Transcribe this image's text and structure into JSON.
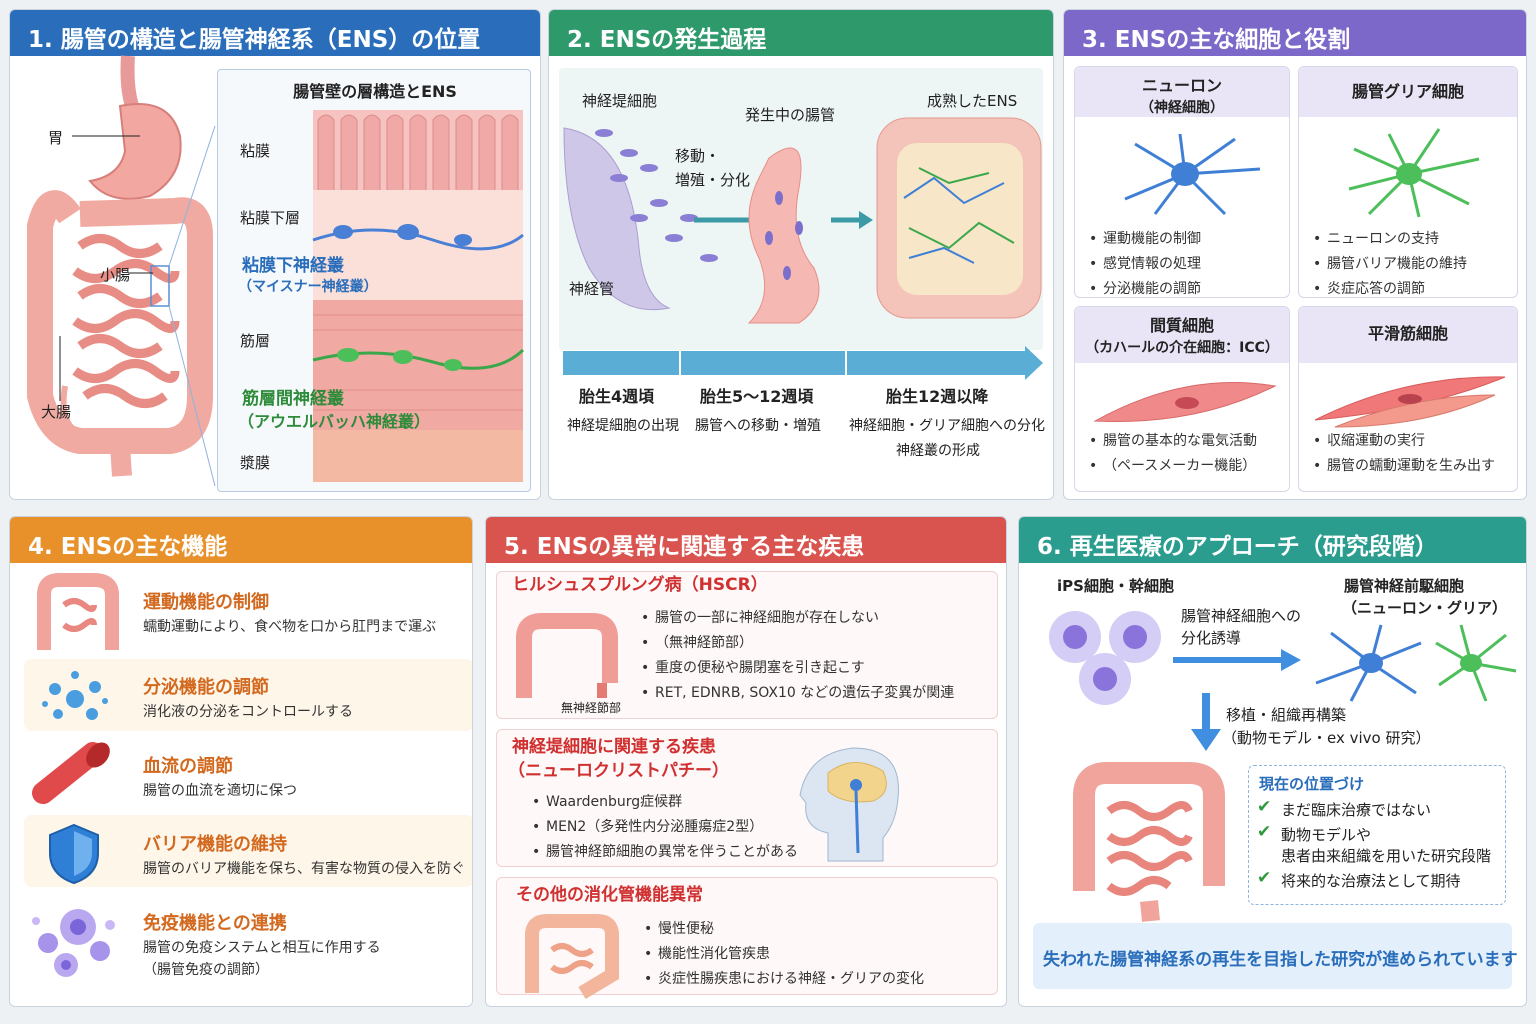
{
  "p1": {
    "title": "1. 腸管の構造と腸管神経系（ENS）の位置",
    "labels": {
      "stomach": "胃",
      "small": "小腸",
      "large": "大腸"
    },
    "inset_title": "腸管壁の層構造とENS",
    "layers": [
      "粘膜",
      "粘膜下層",
      "筋層",
      "漿膜"
    ],
    "submucosal": {
      "name": "粘膜下神経叢",
      "sub": "（マイスナー神経叢）"
    },
    "myenteric": {
      "name": "筋層間神経叢",
      "sub": "（アウエルバッハ神経叢）"
    }
  },
  "p2": {
    "title": "2. ENSの発生過程",
    "lab_crest": "神経堤細胞",
    "lab_tube": "神経管",
    "lab_migrate": [
      "移動・",
      "増殖・分化"
    ],
    "lab_gut": "発生中の腸管",
    "lab_mature": "成熟したENS",
    "stages": [
      {
        "title": "胎生4週頃",
        "desc": [
          "神経堤細胞の出現"
        ]
      },
      {
        "title": "胎生5〜12週頃",
        "desc": [
          "腸管への移動・増殖"
        ]
      },
      {
        "title": "胎生12週以降",
        "desc": [
          "神経細胞・グリア細胞への分化",
          "神経叢の形成"
        ]
      }
    ]
  },
  "p3": {
    "title": "3. ENSの主な細胞と役割",
    "cards": [
      {
        "title": [
          "ニューロン",
          "（神経細胞）"
        ],
        "items": [
          "運動機能の制御",
          "感覚情報の処理",
          "分泌機能の調節"
        ]
      },
      {
        "title": [
          "腸管グリア細胞"
        ],
        "items": [
          "ニューロンの支持",
          "腸管バリア機能の維持",
          "炎症応答の調節"
        ]
      },
      {
        "title": [
          "間質細胞",
          "（カハールの介在細胞：ICC）"
        ],
        "items": [
          "腸管の基本的な電気活動",
          "（ペースメーカー機能）"
        ]
      },
      {
        "title": [
          "平滑筋細胞"
        ],
        "items": [
          "収縮運動の実行",
          "腸管の蠕動運動を生み出す"
        ]
      }
    ]
  },
  "p4": {
    "title": "4. ENSの主な機能",
    "items": [
      {
        "title": "運動機能の制御",
        "desc": [
          "蠕動運動により、食べ物を口から肛門まで運ぶ"
        ]
      },
      {
        "title": "分泌機能の調節",
        "desc": [
          "消化液の分泌をコントロールする"
        ]
      },
      {
        "title": "血流の調節",
        "desc": [
          "腸管の血流を適切に保つ"
        ]
      },
      {
        "title": "バリア機能の維持",
        "desc": [
          "腸管のバリア機能を保ち、有害な物質の侵入を防ぐ"
        ]
      },
      {
        "title": "免疫機能との連携",
        "desc": [
          "腸管の免疫システムと相互に作用する",
          "（腸管免疫の調節）"
        ]
      }
    ]
  },
  "p5": {
    "title": "5. ENSの異常に関連する主な疾患",
    "d1": {
      "title": "ヒルシュスプルング病（HSCR）",
      "items": [
        "腸管の一部に神経細胞が存在しない",
        "（無神経節部）",
        "重度の便秘や腸閉塞を引き起こす",
        "RET, EDNRB, SOX10 などの遺伝子変異が関連"
      ],
      "caption": "無神経節部"
    },
    "d2": {
      "title": [
        "神経堤細胞に関連する疾患",
        "（ニューロクリストパチー）"
      ],
      "items": [
        "Waardenburg症候群",
        "MEN2（多発性内分泌腫瘍症2型）",
        "腸管神経節細胞の異常を伴うことがある"
      ]
    },
    "d3": {
      "title": "その他の消化管機能異常",
      "items": [
        "慢性便秘",
        "機能性消化管疾患",
        "炎症性腸疾患における神経・グリアの変化"
      ]
    }
  },
  "p6": {
    "title": "6. 再生医療のアプローチ（研究段階）",
    "ips": "iPS細胞・幹細胞",
    "induce": [
      "腸管神経細胞への",
      "分化誘導"
    ],
    "precursor": [
      "腸管神経前駆細胞",
      "（ニューロン・グリア）"
    ],
    "transplant": [
      "移植・組織再構築",
      "（動物モデル・ex vivo 研究）"
    ],
    "status_title": "現在の位置づけ",
    "status": [
      "まだ臨床治療ではない",
      "動物モデルや",
      "患者由来組織を用いた研究段階",
      "将来的な治療法として期待"
    ],
    "footer": "失われた腸管神経系の再生を目指した研究が進められています"
  },
  "colors": {
    "blue": "#2a6ebb",
    "green": "#2e9a6c",
    "purple": "#7b68c8",
    "orange": "#e8902a",
    "red": "#d9534f",
    "teal": "#2a9d8f"
  }
}
